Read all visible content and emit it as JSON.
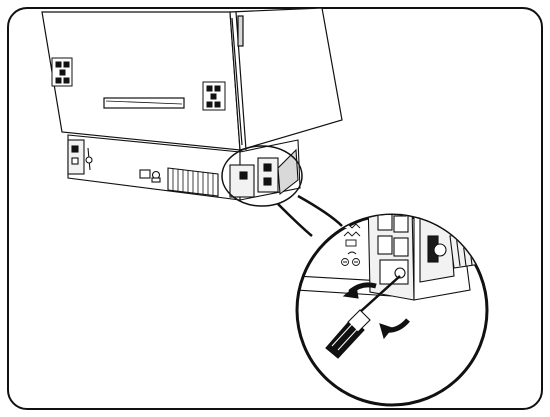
{
  "figure": {
    "kind": "installation-illustration",
    "description_hidden": false,
    "stroke_color": "#111111",
    "fill_light": "#f2f2f2",
    "fill_mid": "#d9d9d9",
    "fill_dark": "#1a1a1a",
    "detail_marks": [
      "hinge-symbol",
      "screw-symbol",
      "level-symbol"
    ]
  }
}
